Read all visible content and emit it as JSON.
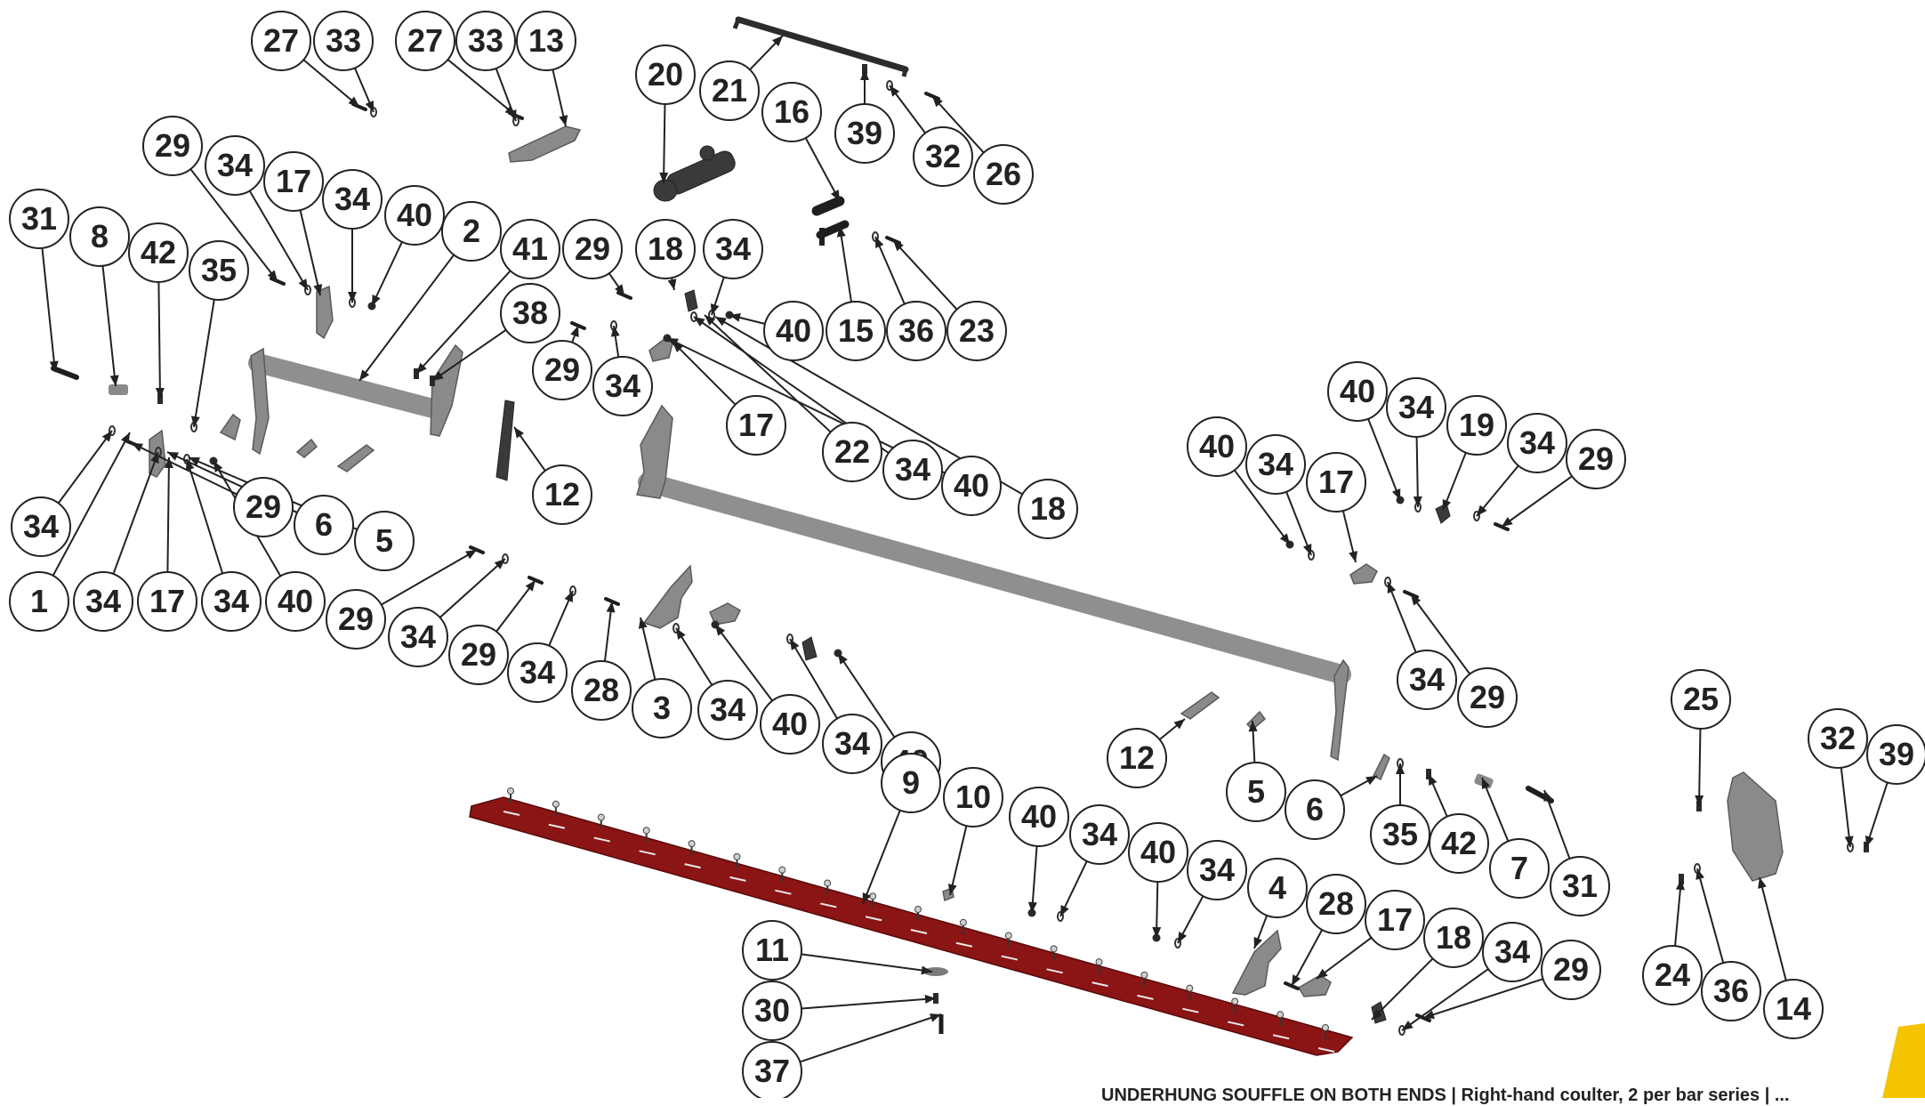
{
  "callouts": [
    "27",
    "33",
    "27",
    "33",
    "13",
    "20",
    "21",
    "16",
    "39",
    "32",
    "26",
    "29",
    "34",
    "17",
    "34",
    "40",
    "2",
    "41",
    "29",
    "18",
    "34",
    "31",
    "8",
    "42",
    "35",
    "38",
    "40",
    "15",
    "36",
    "23",
    "29",
    "34",
    "17",
    "40",
    "34",
    "19",
    "34",
    "29",
    "40",
    "34",
    "17",
    "34",
    "29",
    "6",
    "5",
    "12",
    "22",
    "34",
    "40",
    "18",
    "1",
    "34",
    "17",
    "34",
    "40",
    "29",
    "34",
    "29",
    "34",
    "28",
    "3",
    "34",
    "40",
    "34",
    "40",
    "34",
    "29",
    "12",
    "5",
    "6",
    "25",
    "32",
    "39",
    "9",
    "10",
    "40",
    "34",
    "40",
    "34",
    "4",
    "28",
    "17",
    "18",
    "34",
    "29",
    "35",
    "42",
    "7",
    "31",
    "11",
    "30",
    "37",
    "24",
    "36",
    "14"
  ],
  "colors": {
    "frame": "#8a8a8a",
    "hardware": "#2a2a2a",
    "strip": "#8b1414",
    "accent": "#f5c400"
  },
  "footer": {
    "text": "UNDERHUNG SOUFFLE ON BOTH ENDS | Right-hand coulter, 2 per bar series | ..."
  }
}
